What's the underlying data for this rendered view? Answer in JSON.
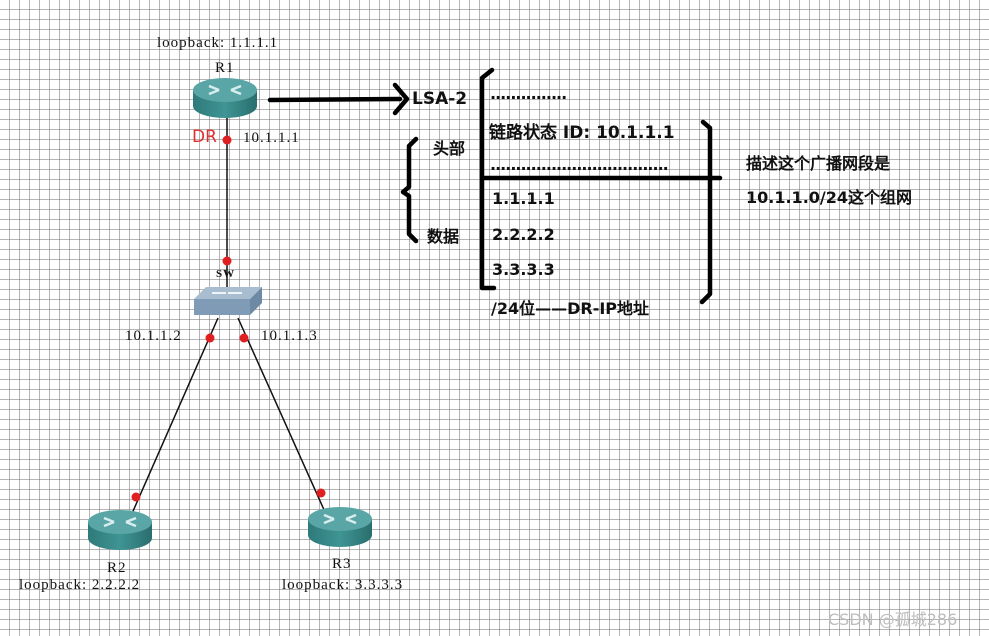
{
  "topology": {
    "r1": {
      "name": "R1",
      "loopback": "loopback: 1.1.1.1",
      "interface_ip": "10.1.1.1",
      "role": "DR"
    },
    "sw": {
      "name": "SW",
      "port_left_ip": "10.1.1.2",
      "port_right_ip": "10.1.1.3"
    },
    "r2": {
      "name": "R2",
      "loopback": "loopback: 2.2.2.2"
    },
    "r3": {
      "name": "R3",
      "loopback": "loopback: 3.3.3.3"
    }
  },
  "lsa": {
    "title": "LSA-2",
    "header_label": "头部",
    "data_label": "数据",
    "dots_top": "...............",
    "link_state_id": "链路状态 ID: 10.1.1.1",
    "dots_bottom": "...................................",
    "routers": [
      "1.1.1.1",
      "2.2.2.2",
      "3.3.3.3"
    ],
    "mask_line": "/24位——DR-IP地址"
  },
  "description": {
    "line1": "描述这个广播网段是",
    "line2": "10.1.1.0/24这个组网"
  },
  "colors": {
    "router": "#3f8e8e",
    "switch": "#7f9bb5",
    "interface_dot": "#e02020",
    "dr_label": "#e03030"
  },
  "watermark": "CSDN @孤城286"
}
